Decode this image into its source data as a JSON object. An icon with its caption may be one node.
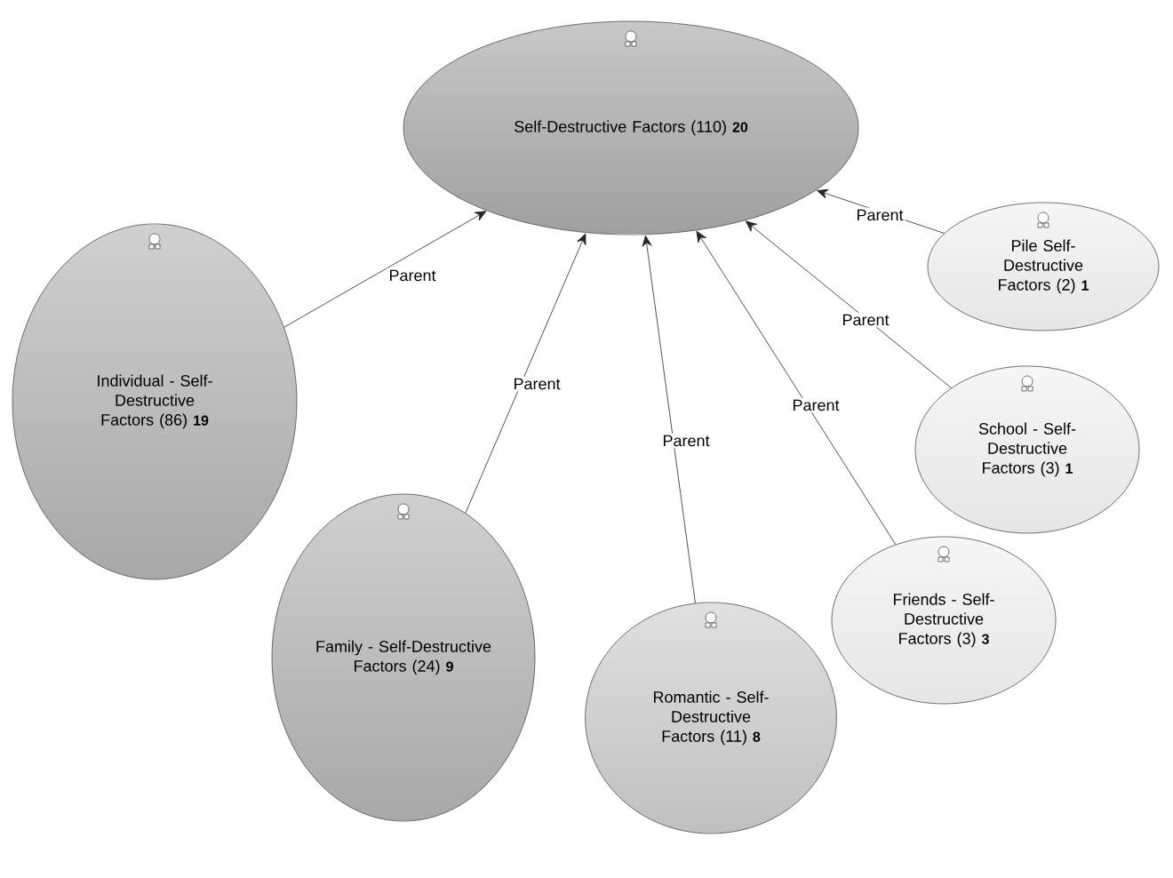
{
  "diagram": {
    "nodes": [
      {
        "text": [
          "Self-Destructive Factors (110)",
          "20"
        ]
      },
      {
        "text": [
          "Individual - Self-Destructive Factors (86)",
          "19"
        ]
      },
      {
        "text": [
          "Family - Self-Destructive Factors (24)",
          "9"
        ]
      },
      {
        "text": [
          "Romantic - Self-Destructive Factors (11)",
          "8"
        ]
      },
      {
        "text": [
          "Friends - Self-Destructive Factors (3)",
          "3"
        ]
      },
      {
        "text": [
          "School - Self-Destructive Factors (3)",
          "1"
        ]
      },
      {
        "text": [
          "Pile Self-Destructive Factors (2)",
          "1"
        ]
      }
    ],
    "edges": [
      {
        "from": 1,
        "to": 0,
        "arrow": "to",
        "label": "Parent"
      },
      {
        "from": 2,
        "to": 0,
        "arrow": "to",
        "label": "Parent"
      },
      {
        "from": 3,
        "to": 0,
        "arrow": "to",
        "label": "Parent"
      },
      {
        "from": 4,
        "to": 0,
        "arrow": "to",
        "label": "Parent"
      },
      {
        "from": 5,
        "to": 0,
        "arrow": "to",
        "label": "Parent"
      },
      {
        "from": 6,
        "to": 0,
        "arrow": "to",
        "label": "Parent"
      }
    ]
  }
}
